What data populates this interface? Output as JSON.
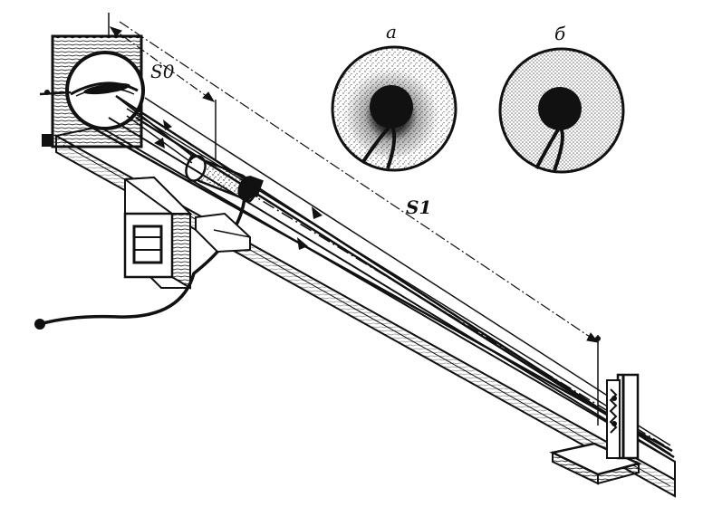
{
  "labels": {
    "s0": "S0",
    "s1": "S1",
    "fig_a": "а",
    "fig_b": "б"
  },
  "colors": {
    "ink": "#111111",
    "paper": "#ffffff"
  },
  "icons": {
    "arrow": "arrowhead-icon"
  }
}
